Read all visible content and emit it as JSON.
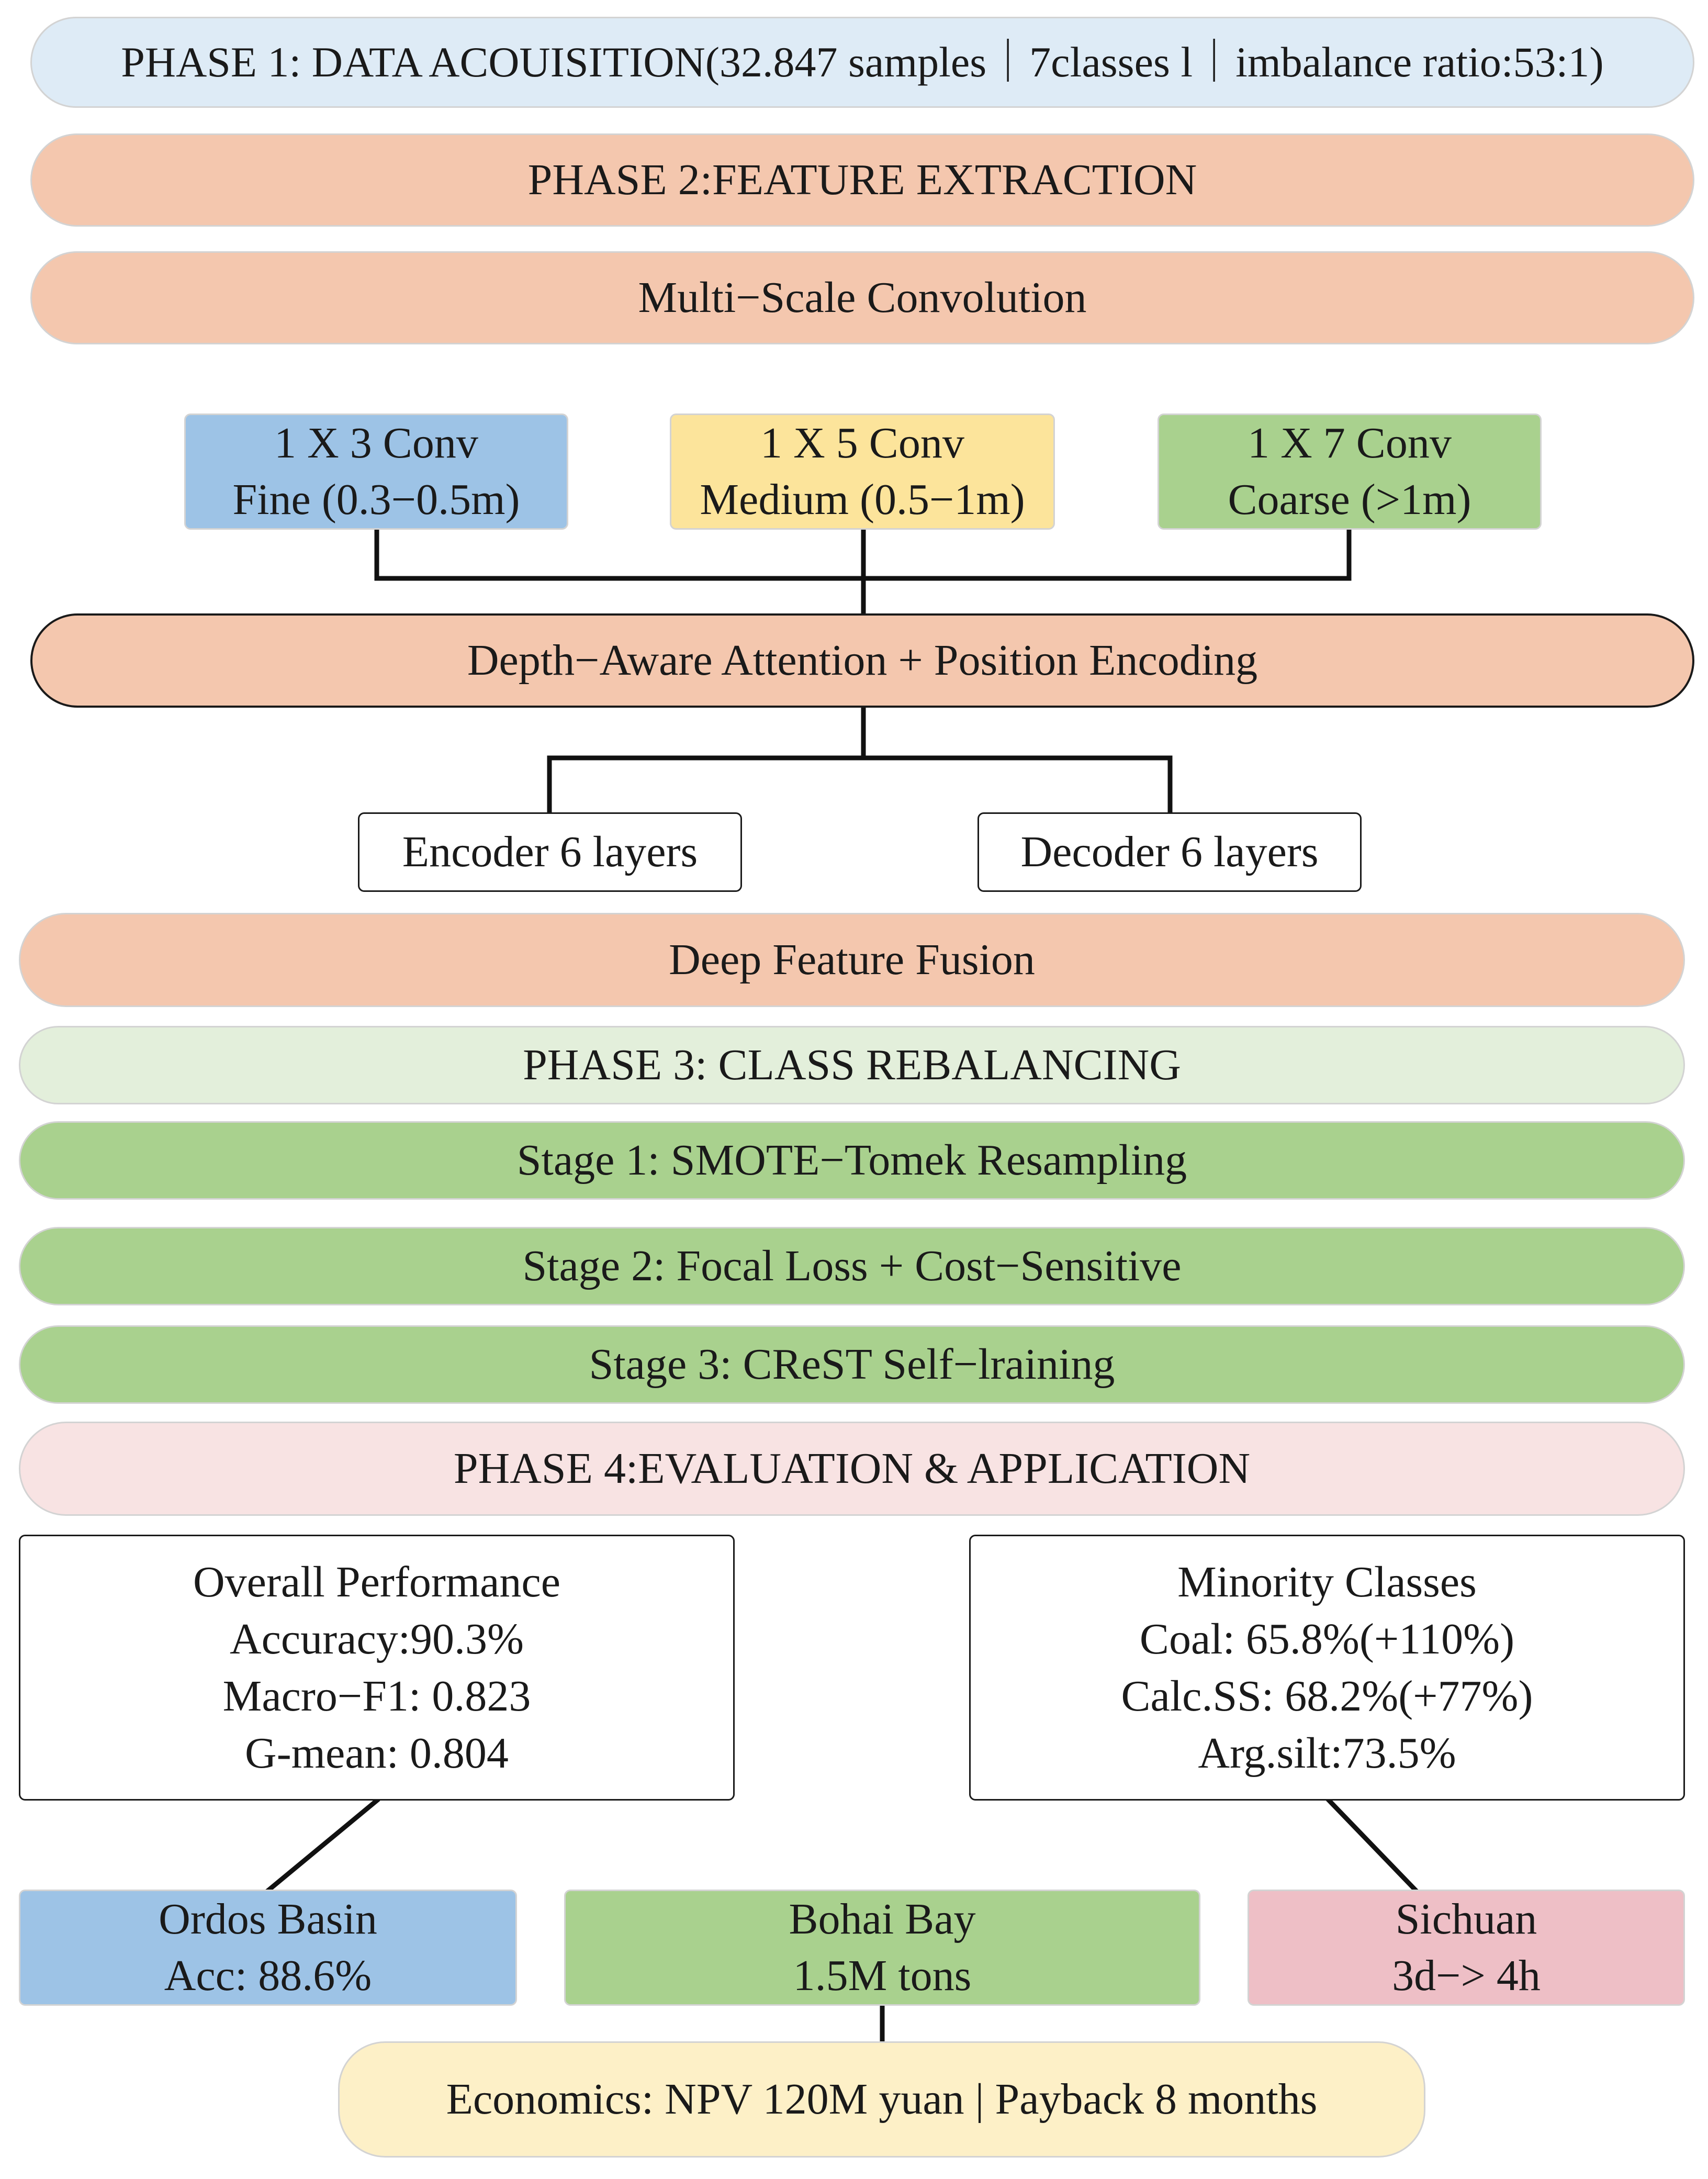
{
  "colors": {
    "phase1_bg": "#deebf6",
    "salmon": "#f4c7ae",
    "phase3_bg": "#e3efdb",
    "green": "#a9d18e",
    "phase4_bg": "#f8e3e3",
    "blue": "#9dc3e6",
    "yellow": "#fce49b",
    "pink": "#eebfc6",
    "cream": "#fdf0c7",
    "line": "#111111"
  },
  "phase1": {
    "title": "PHASE 1: DATA ACOUISITION(32.847 samples｜7classes l｜imbalance ratio:53:1)"
  },
  "phase2": {
    "title": "PHASE 2:FEATURE EXTRACTION",
    "multiscale": "Multi−Scale Convolution",
    "convs": [
      {
        "title": "1 X 3 Conv",
        "scale": "Fine (0.3−0.5m)"
      },
      {
        "title": "1 X 5 Conv",
        "scale": "Medium (0.5−1m)"
      },
      {
        "title": "1 X 7 Conv",
        "scale": "Coarse (>1m)"
      }
    ],
    "attention": "Depth−Aware Attention + Position Encoding",
    "encoder": "Encoder 6 layers",
    "decoder": "Decoder 6 layers",
    "fusion": "Deep Feature Fusion"
  },
  "phase3": {
    "title": "PHASE 3: CLASS REBALANCING",
    "stages": [
      "Stage 1: SMOTE−Tomek Resampling",
      "Stage 2: Focal Loss + Cost−Sensitive",
      "Stage 3: CReST Self−lraining"
    ]
  },
  "phase4": {
    "title": "PHASE 4:EVALUATION & APPLICATION",
    "overall": {
      "title": "Overall Performance",
      "lines": [
        "Accuracy:90.3%",
        "Macro−F1: 0.823",
        "G-mean: 0.804"
      ]
    },
    "minority": {
      "title": "Minority Classes",
      "lines": [
        "Coal: 65.8%(+110%)",
        "Calc.SS: 68.2%(+77%)",
        "Arg.silt:73.5%"
      ]
    },
    "ordos": {
      "title": "Ordos Basin",
      "value": "Acc: 88.6%"
    },
    "bohai": {
      "title": "Bohai Bay",
      "value": "1.5M tons"
    },
    "sichuan": {
      "title": "Sichuan",
      "value": "3d−> 4h"
    },
    "economics": "Economics: NPV 120M yuan | Payback 8 months"
  }
}
